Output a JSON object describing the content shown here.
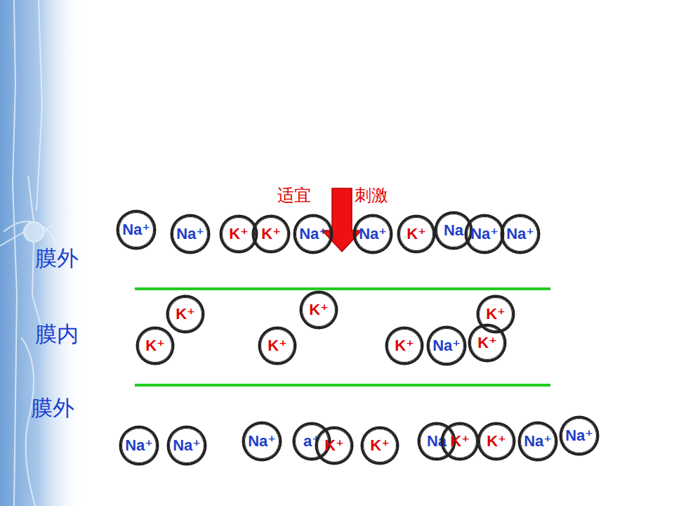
{
  "diagram": {
    "nodes": [
      {
        "text": [
          "Na⁺"
        ]
      },
      {
        "text": [
          "Na⁺"
        ]
      },
      {
        "text": [
          "K⁺"
        ]
      },
      {
        "text": [
          "K⁺"
        ]
      },
      {
        "text": [
          "Na⁺"
        ]
      },
      {
        "text": [
          "Na⁺"
        ]
      },
      {
        "text": [
          "K⁺"
        ]
      },
      {
        "text": [
          "Na"
        ]
      },
      {
        "text": [
          "Na⁺"
        ]
      },
      {
        "text": [
          "Na⁺"
        ]
      },
      {
        "text": [
          "K⁺"
        ]
      },
      {
        "text": [
          "K⁺"
        ]
      },
      {
        "text": [
          "K⁺"
        ]
      },
      {
        "text": [
          "K⁺"
        ]
      },
      {
        "text": [
          "K⁺"
        ]
      },
      {
        "text": [
          "K⁺"
        ]
      },
      {
        "text": [
          "Na⁺"
        ]
      },
      {
        "text": [
          "K⁺"
        ]
      },
      {
        "text": [
          "Na⁺"
        ]
      },
      {
        "text": [
          "Na⁺"
        ]
      },
      {
        "text": [
          "Na⁺"
        ]
      },
      {
        "text": [
          "a⁺"
        ]
      },
      {
        "text": [
          "K⁺"
        ]
      },
      {
        "text": [
          "K⁺"
        ]
      },
      {
        "text": [
          "Na"
        ]
      },
      {
        "text": [
          "K⁺"
        ]
      },
      {
        "text": [
          "K⁺"
        ]
      },
      {
        "text": [
          "Na⁺"
        ]
      },
      {
        "text": [
          "Na⁺"
        ]
      }
    ],
    "labels": [
      "适宜",
      "刺激",
      "膜外",
      "膜内",
      "膜外"
    ]
  }
}
